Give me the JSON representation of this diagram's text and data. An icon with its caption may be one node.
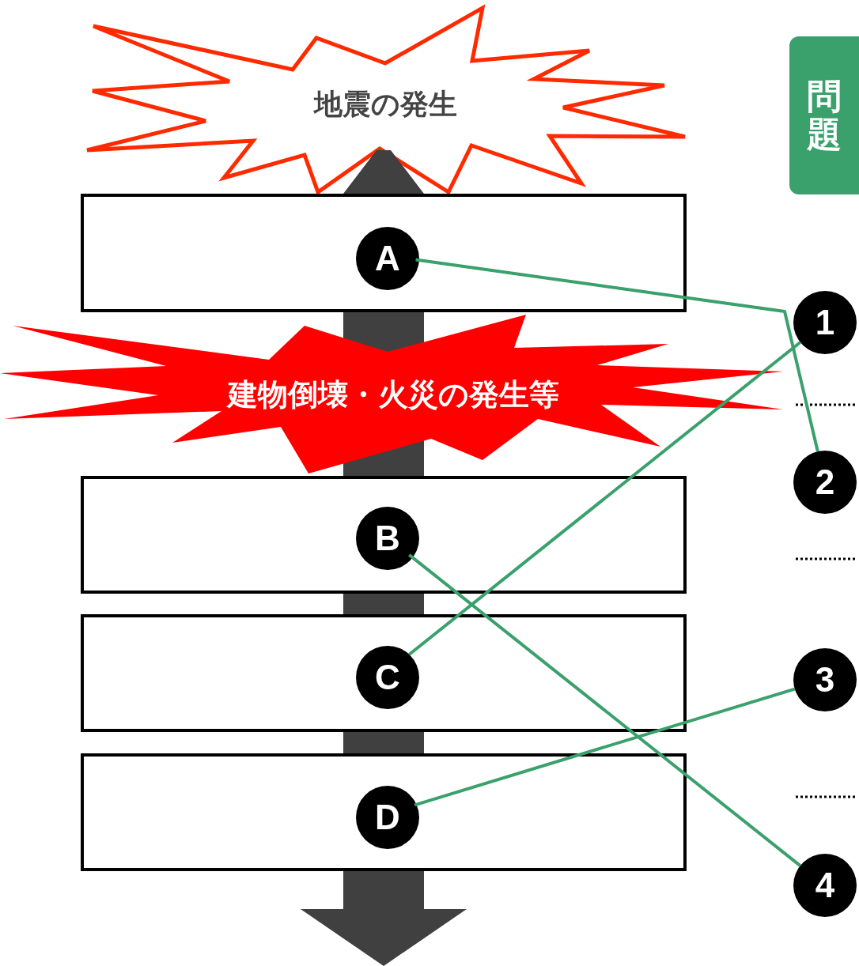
{
  "diagram": {
    "nodes": [
      {
        "text": [
          "地震の発生"
        ]
      },
      {
        "text": [
          "問題"
        ]
      },
      {
        "text": [],
        "shape": "box"
      },
      {
        "text": [
          "A"
        ],
        "in": 2
      },
      {
        "text": [
          "建物倒壊・火災の発生等"
        ]
      },
      {
        "text": [],
        "shape": "box"
      },
      {
        "text": [
          "B"
        ],
        "in": 5
      },
      {
        "text": [],
        "shape": "box"
      },
      {
        "text": [
          "C"
        ],
        "in": 7
      },
      {
        "text": [],
        "shape": "box"
      },
      {
        "text": [
          "D"
        ],
        "in": 9
      },
      {
        "text": [
          "1"
        ]
      },
      {
        "text": [
          "2"
        ]
      },
      {
        "text": [
          "3"
        ]
      },
      {
        "text": [
          "4"
        ]
      }
    ],
    "edges": [
      {
        "from": 0,
        "to": null,
        "arrow": "to",
        "style": "thick",
        "color": "#404040"
      },
      {
        "from": 3,
        "to": 12,
        "arrow": "none",
        "color": "#3aa06c"
      },
      {
        "from": 6,
        "to": 14,
        "arrow": "none",
        "color": "#3aa06c"
      },
      {
        "from": 8,
        "to": 11,
        "arrow": "none",
        "color": "#3aa06c"
      },
      {
        "from": 10,
        "to": 13,
        "arrow": "none",
        "color": "#3aa06c"
      }
    ]
  }
}
